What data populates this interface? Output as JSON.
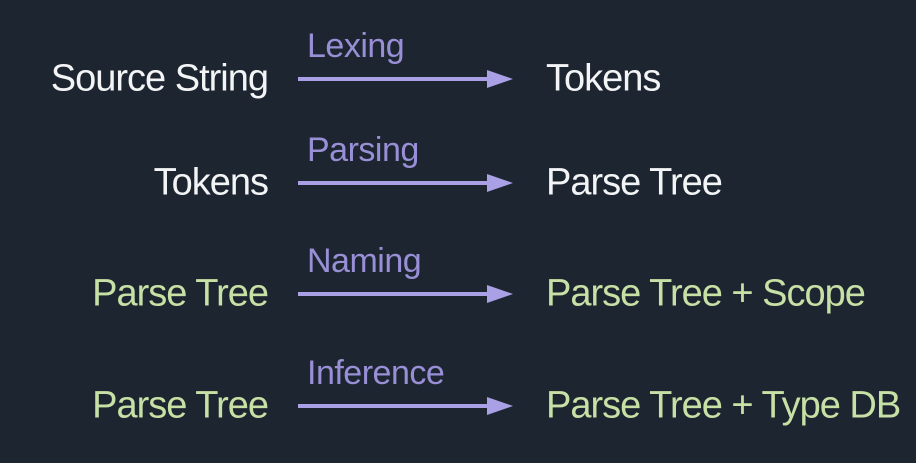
{
  "colors": {
    "background": "#1d2530",
    "purple_label": "#998fd6",
    "purple_arrow": "#a9a0e6",
    "green": "#c7e0a5",
    "white": "#f3f4f6"
  },
  "diagram": {
    "rows": [
      {
        "source": "Source String",
        "source_color": "white",
        "process": "Lexing",
        "result": "Tokens",
        "result_color": "white"
      },
      {
        "source": "Tokens",
        "source_color": "white",
        "process": "Parsing",
        "result": "Parse Tree",
        "result_color": "white"
      },
      {
        "source": "Parse Tree",
        "source_color": "green",
        "process": "Naming",
        "result": "Parse Tree + Scope",
        "result_color": "green"
      },
      {
        "source": "Parse Tree",
        "source_color": "green",
        "process": "Inference",
        "result": "Parse Tree + Type DB",
        "result_color": "green"
      }
    ]
  }
}
